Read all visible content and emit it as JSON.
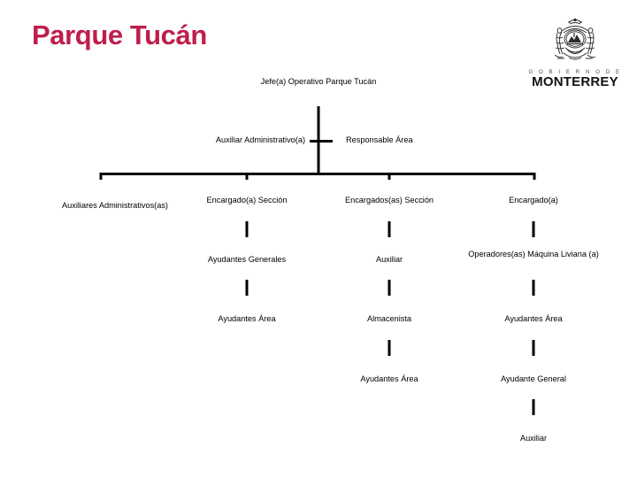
{
  "title": "Parque Tucán",
  "brand": {
    "logo_sub": "G O B I E R N O   D E",
    "logo_main": "MONTERREY",
    "crest_name": "monterrey-coat-of-arms"
  },
  "colors": {
    "title": "#be1e4c",
    "line": "#000000",
    "background": "#ffffff",
    "text": "#000000"
  },
  "chart_data": {
    "type": "diagram",
    "title": "Parque Tucán",
    "orientation": "top-down",
    "root": "Jefe(a) Operativo Parque Tucán",
    "staff": [
      "Auxiliar Administrativo(a)",
      "Responsable Área"
    ],
    "branches": [
      {
        "name": "branch-auxiliares",
        "chain": [
          "Auxiliares Administrativos(as)"
        ]
      },
      {
        "name": "branch-encargado-seccion",
        "chain": [
          "Encargado(a) Sección",
          "Ayudantes Generales",
          "Ayudantes Área"
        ]
      },
      {
        "name": "branch-encargados-seccion",
        "chain": [
          "Encargados(as) Sección",
          "Auxiliar",
          "Almacenista",
          "Ayudantes Área"
        ]
      },
      {
        "name": "branch-encargado",
        "chain": [
          "Encargado(a)",
          "Operadores(as) Máquina Liviana (a)",
          "Ayudantes Área",
          "Ayudante General",
          "Auxiliar"
        ]
      }
    ]
  }
}
